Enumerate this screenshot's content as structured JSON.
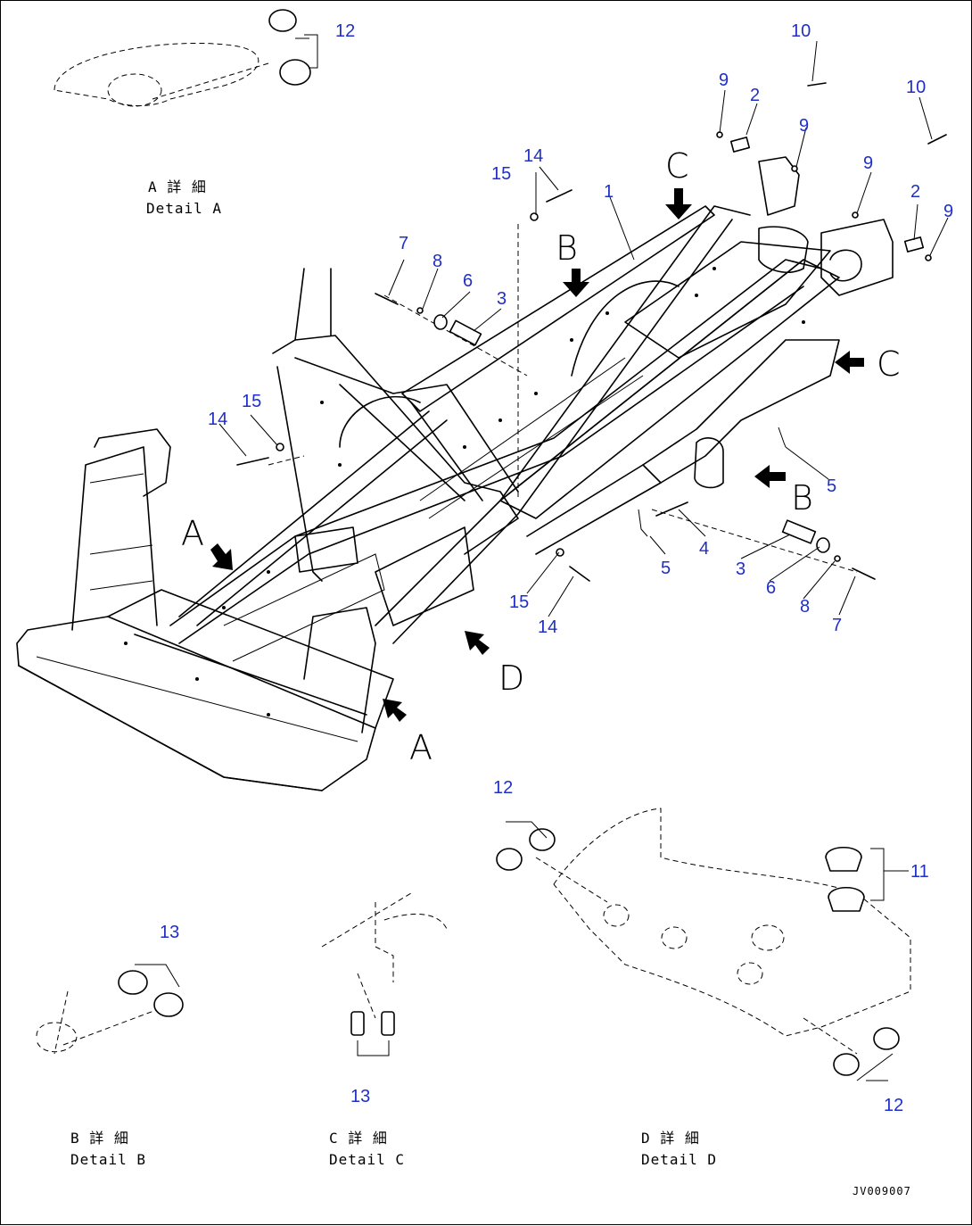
{
  "callouts": {
    "c1": "1",
    "c2a": "2",
    "c2b": "2",
    "c3a": "3",
    "c3b": "3",
    "c4": "4",
    "c5a": "5",
    "c5b": "5",
    "c6a": "6",
    "c6b": "6",
    "c7a": "7",
    "c7b": "7",
    "c8a": "8",
    "c8b": "8",
    "c9a": "9",
    "c9b": "9",
    "c9c": "9",
    "c9d": "9",
    "c10a": "10",
    "c10b": "10",
    "c11": "11",
    "c12a": "12",
    "c12b": "12",
    "c12c": "12",
    "c13a": "13",
    "c13b": "13",
    "c14a": "14",
    "c14b": "14",
    "c14c": "14",
    "c15a": "15",
    "c15b": "15",
    "c15c": "15"
  },
  "view_markers": {
    "a1": "A",
    "a2": "A",
    "b1": "B",
    "b2": "B",
    "c1": "C",
    "c2": "C",
    "d1": "D"
  },
  "details": {
    "a_jp": "A 詳 細",
    "a_en": "Detail A",
    "b_jp": "B 詳 細",
    "b_en": "Detail B",
    "c_jp": "C 詳 細",
    "c_en": "Detail C",
    "d_jp": "D 詳 細",
    "d_en": "Detail D"
  },
  "drawing_code": "JV009007",
  "colors": {
    "callout": "#1f2fc8",
    "line": "#000000"
  }
}
